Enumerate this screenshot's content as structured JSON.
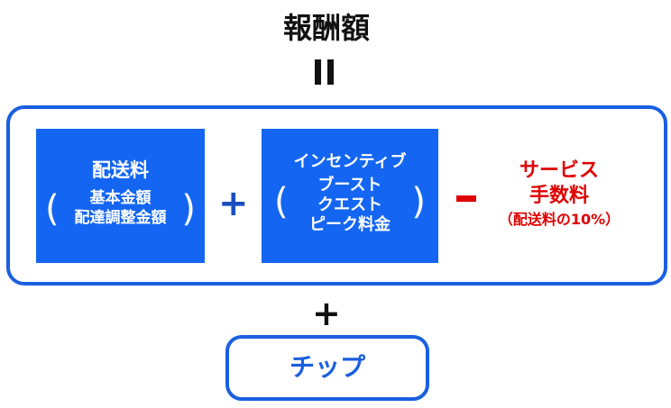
{
  "title": "報酬額",
  "delivery": {
    "title": "配送料",
    "items": [
      "基本金額",
      "配達調整金額"
    ]
  },
  "incentive": {
    "title": "インセンティブ",
    "items": [
      "ブースト",
      "クエスト",
      "ピーク料金"
    ]
  },
  "service_fee": {
    "line1": "サービス",
    "line2": "手数料",
    "note": "（配送料の10%）"
  },
  "tip": "チップ",
  "colors": {
    "blue": "#1466f2",
    "red": "#e00000"
  }
}
